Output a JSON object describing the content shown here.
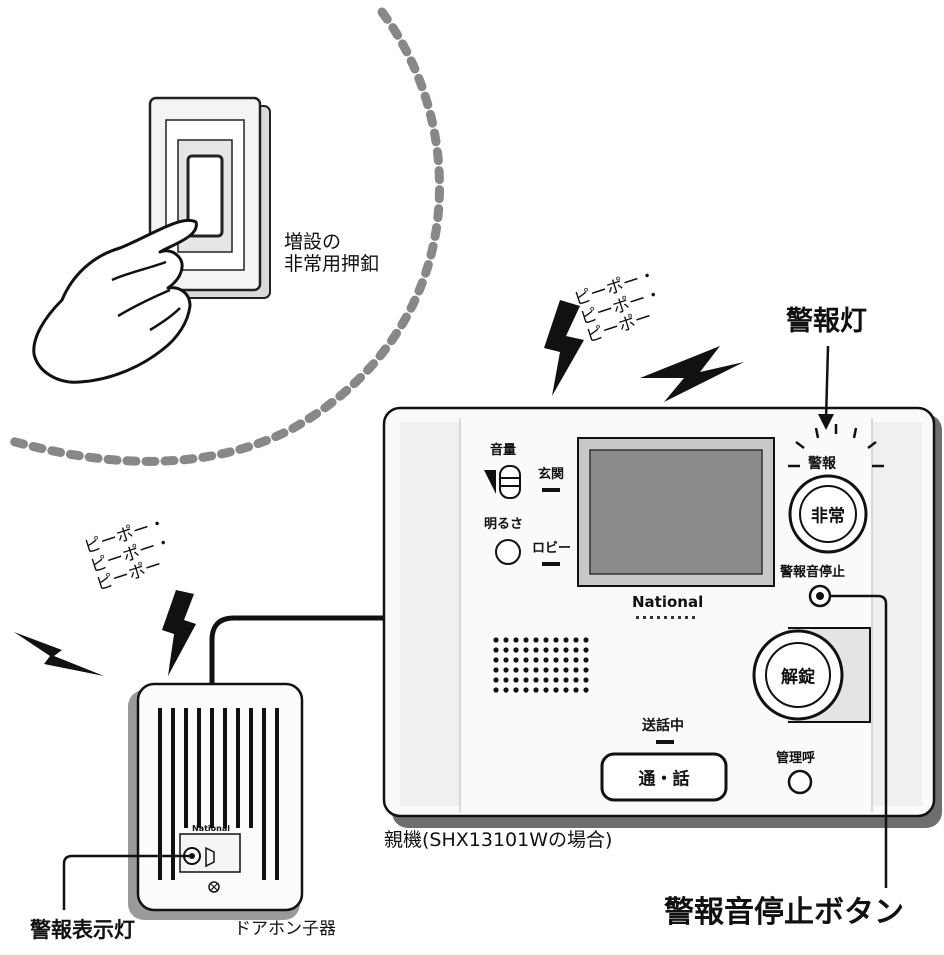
{
  "labels": {
    "extra_button_callout": "増設の\n非常用押釦",
    "sound_master": "ピーポー・\nピーポー・\nピーポー",
    "sound_door": "ピーポー・\nピーポー・\nピーポー",
    "alarm_lamp": "警報灯",
    "stop_button_callout": "警報音停止ボタン",
    "master_caption": "親機(SHX13101Wの場合)",
    "indicator_lamp": "警報表示灯",
    "door_unit": "ドアホン子器"
  },
  "master_unit": {
    "volume": "音量",
    "entrance": "玄関",
    "lobby": "ロビー",
    "brightness": "明るさ",
    "brand": "National",
    "alarm": "警報",
    "emergency": "非常",
    "alarm_stop": "警報音停止",
    "unlock": "解錠",
    "talking": "送話中",
    "talk": "通・話",
    "manager_call": "管理呼"
  },
  "door_unit_panel": {
    "brand": "National"
  }
}
